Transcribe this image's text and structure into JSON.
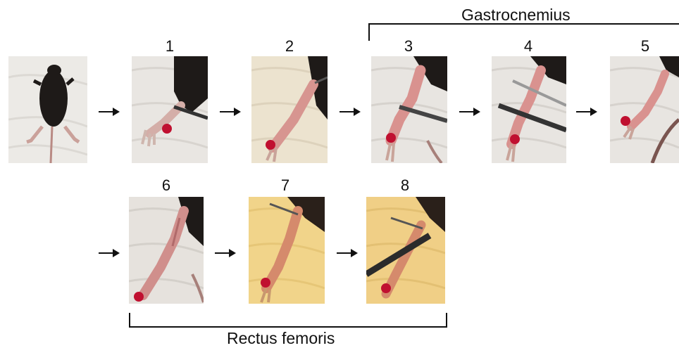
{
  "labels": {
    "gastrocnemius": "Gastrocnemius",
    "rectus_femoris": "Rectus femoris"
  },
  "steps": [
    "1",
    "2",
    "3",
    "4",
    "5",
    "6",
    "7",
    "8"
  ],
  "colors": {
    "text": "#111111",
    "pin": "#c01030",
    "fur": "#1e1a18",
    "muscle": "#d79590",
    "bench_white": "#e9e6e2",
    "bench_yellow": "#f1d48a"
  }
}
